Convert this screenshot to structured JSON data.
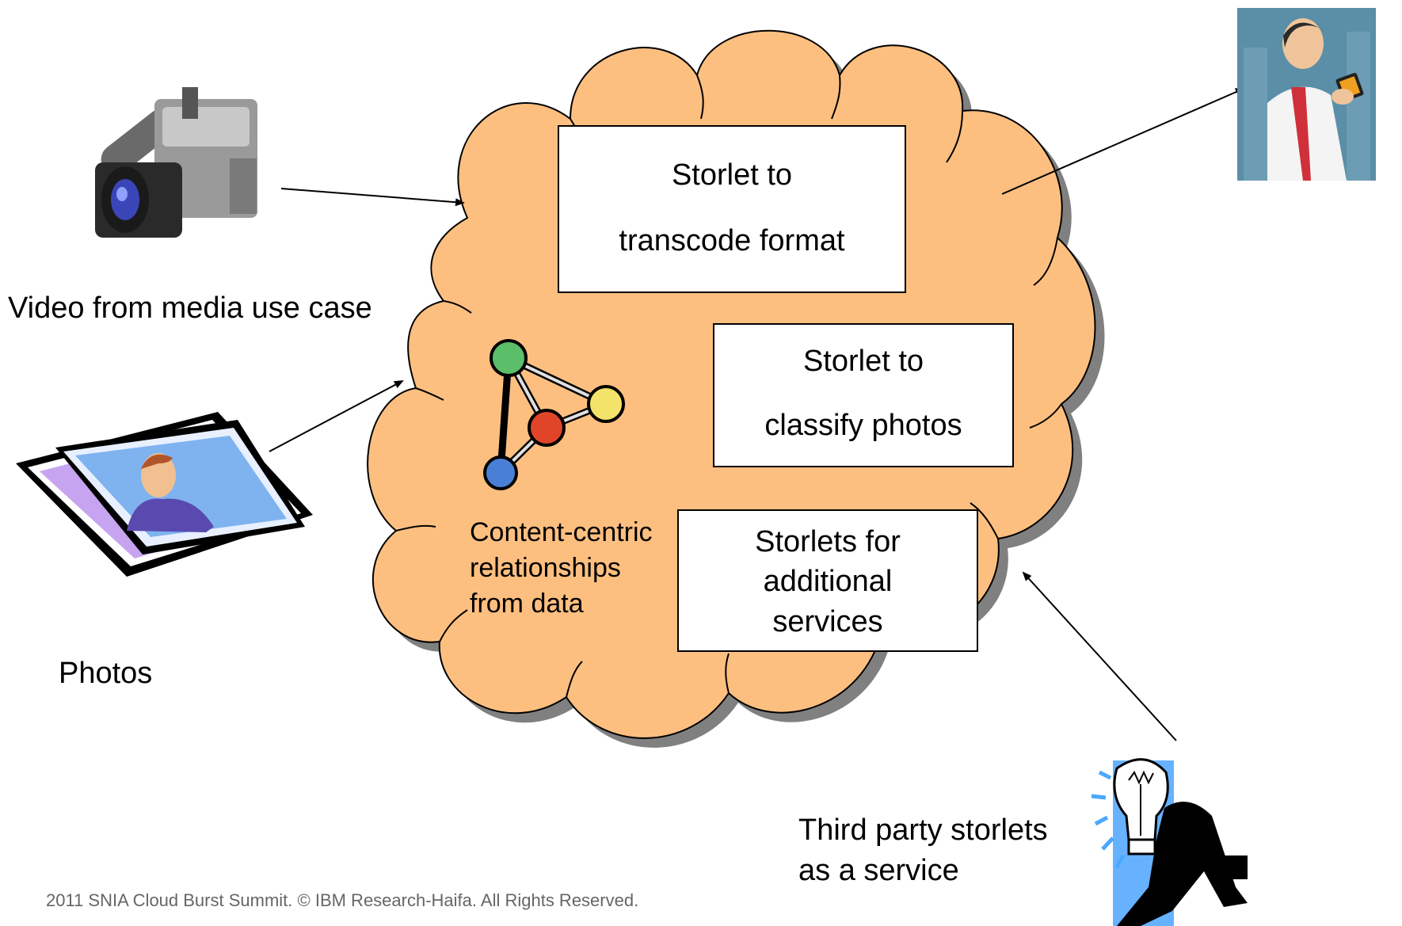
{
  "labels": {
    "video": "Video from media use case",
    "photos": "Photos",
    "content_centric": [
      "Content-centric",
      "relationships",
      "from data"
    ],
    "third_party": [
      "Third party storlets",
      "as a service"
    ]
  },
  "boxes": {
    "transcode": [
      "Storlet to",
      "transcode format"
    ],
    "classify": [
      "Storlet to",
      "classify photos"
    ],
    "additional": [
      "Storlets for",
      "additional",
      "services"
    ]
  },
  "footer": "2011 SNIA Cloud Burst Summit. © IBM Research-Haifa.  All Rights Reserved.",
  "colors": {
    "cloud_fill": "#FDBF80",
    "cloud_shadow": "#808080",
    "arrow": "#000000",
    "phone_bg": "#5B8FA8",
    "bulb_bg": "#66B2FF"
  },
  "icons": [
    "video-camera-icon",
    "photos-icon",
    "network-graph-icon",
    "businessman-phone-icon",
    "lightbulb-man-icon"
  ]
}
